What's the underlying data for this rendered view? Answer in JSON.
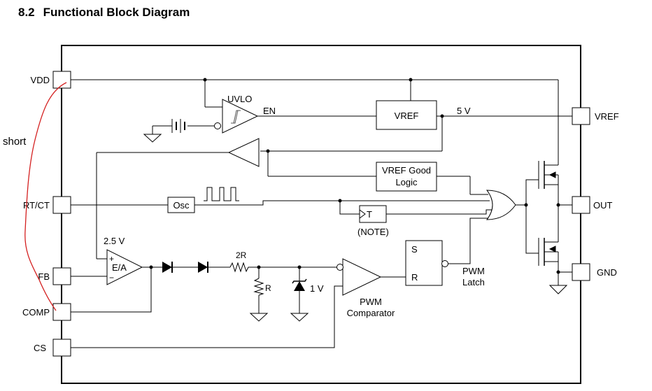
{
  "section": {
    "number": "8.2",
    "title": "Functional Block Diagram"
  },
  "pins": {
    "vdd": "VDD",
    "rt_ct": "RT/CT",
    "fb": "FB",
    "comp": "COMP",
    "cs": "CS",
    "vref": "VREF",
    "out": "OUT",
    "gnd": "GND"
  },
  "blocks": {
    "uvlo": "UVLO",
    "en": "EN",
    "vref_block": "VREF",
    "five_v": "5 V",
    "vref_good_line1": "VREF Good",
    "vref_good_line2": "Logic",
    "osc": "Osc",
    "toggle": "T",
    "note": "(NOTE)",
    "ea_ref": "2.5 V",
    "ea": "E/A",
    "ea_plus": "+",
    "ea_minus": "−",
    "r2": "2R",
    "r": "R",
    "one_v": "1 V",
    "pwm_comp_line1": "PWM",
    "pwm_comp_line2": "Comparator",
    "latch_s": "S",
    "latch_r": "R",
    "pwm_latch_line1": "PWM",
    "pwm_latch_line2": "Latch"
  },
  "annotation": {
    "text": "short",
    "color": "#d42020"
  }
}
